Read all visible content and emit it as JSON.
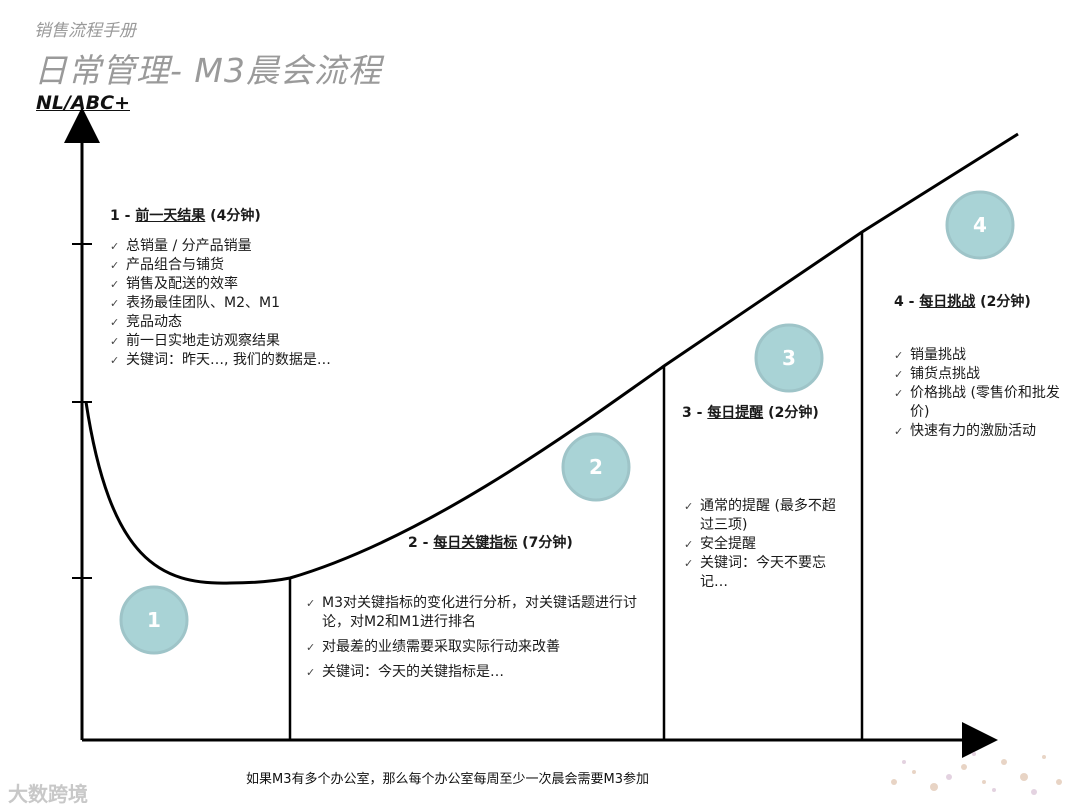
{
  "header": {
    "doc_title": "销售流程手册",
    "main_title": "日常管理- M3晨会流程"
  },
  "axis": {
    "y_label": "NL/ABC+"
  },
  "sections": [
    {
      "num": "1",
      "prefix": "1 - ",
      "title": "前一天结果",
      "duration": " (4分钟)",
      "items": [
        "总销量 / 分产品销量",
        "产品组合与铺货",
        "销售及配送的效率",
        "表扬最佳团队、M2、M1",
        "竞品动态",
        "前一日实地走访观察结果",
        "关键词：昨天…, 我们的数据是…"
      ]
    },
    {
      "num": "2",
      "prefix": "2 - ",
      "title": "每日关键指标",
      "duration": " (7分钟)",
      "items": [
        "M3对关键指标的变化进行分析，对关键话题进行讨论，对M2和M1进行排名",
        "对最差的业绩需要采取实际行动来改善",
        "关键词：今天的关键指标是…"
      ]
    },
    {
      "num": "3",
      "prefix": "3 - ",
      "title": "每日提醒",
      "duration": " (2分钟)",
      "items": [
        "通常的提醒 (最多不超过三项)",
        "安全提醒",
        "关键词：今天不要忘记…"
      ]
    },
    {
      "num": "4",
      "prefix": "4 - ",
      "title": "每日挑战",
      "duration": " (2分钟)",
      "items": [
        "销量挑战",
        "铺货点挑战",
        "价格挑战 (零售价和批发价)",
        "快速有力的激励活动"
      ]
    }
  ],
  "footer": "如果M3有多个办公室，那么每个办公室每周至少一次晨会需要M3参加",
  "watermark": "大数跨境",
  "colors": {
    "circle": "#a9d3d6",
    "circle_border": "#9ec4c8",
    "line": "#000000"
  }
}
